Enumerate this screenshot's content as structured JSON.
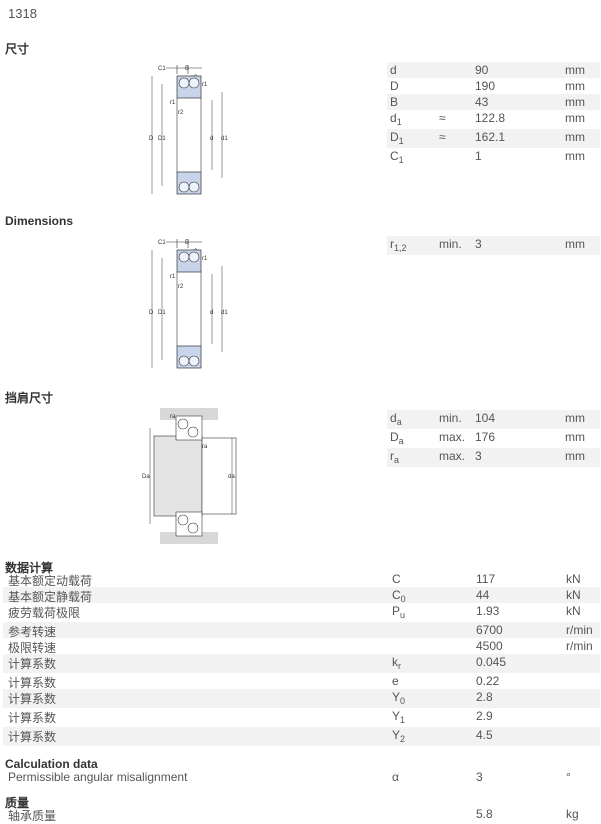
{
  "title": "1318",
  "sections": {
    "dimensions_cn": "尺寸",
    "dimensions_en": "Dimensions",
    "abutment": "挡肩尺寸",
    "calc_cn": "数据计算",
    "calc_en": "Calculation data",
    "mass": "质量"
  },
  "diagram_labels": {
    "C1": "C1",
    "B": "B",
    "r1": "r1",
    "r2": "r2",
    "D": "D",
    "D1": "D1",
    "d": "d",
    "d1": "d1",
    "ra": "ra",
    "Da": "Da",
    "da": "da"
  },
  "dimensions": [
    {
      "sym": "d",
      "sub": "",
      "rel": "",
      "val": "90",
      "unit": "mm"
    },
    {
      "sym": "D",
      "sub": "",
      "rel": "",
      "val": "190",
      "unit": "mm"
    },
    {
      "sym": "B",
      "sub": "",
      "rel": "",
      "val": "43",
      "unit": "mm"
    },
    {
      "sym": "d",
      "sub": "1",
      "rel": "≈",
      "val": "122.8",
      "unit": "mm"
    },
    {
      "sym": "D",
      "sub": "1",
      "rel": "≈",
      "val": "162.1",
      "unit": "mm"
    },
    {
      "sym": "C",
      "sub": "1",
      "rel": "",
      "val": "1",
      "unit": "mm"
    }
  ],
  "dimensions2": [
    {
      "sym": "r",
      "sub": "1,2",
      "rel": "min.",
      "val": "3",
      "unit": "mm"
    }
  ],
  "abutments": [
    {
      "sym": "d",
      "sub": "a",
      "rel": "min.",
      "val": "104",
      "unit": "mm"
    },
    {
      "sym": "D",
      "sub": "a",
      "rel": "max.",
      "val": "176",
      "unit": "mm"
    },
    {
      "sym": "r",
      "sub": "a",
      "rel": "max.",
      "val": "3",
      "unit": "mm"
    }
  ],
  "calc": [
    {
      "label": "基本额定动载荷",
      "sym": "C",
      "sub": "",
      "val": "117",
      "unit": "kN"
    },
    {
      "label": "基本额定静载荷",
      "sym": "C",
      "sub": "0",
      "val": "44",
      "unit": "kN"
    },
    {
      "label": "疲劳载荷极限",
      "sym": "P",
      "sub": "u",
      "val": "1.93",
      "unit": "kN"
    },
    {
      "label": "参考转速",
      "sym": "",
      "sub": "",
      "val": "6700",
      "unit": "r/min"
    },
    {
      "label": "极限转速",
      "sym": "",
      "sub": "",
      "val": "4500",
      "unit": "r/min"
    },
    {
      "label": "计算系数",
      "sym": "k",
      "sub": "r",
      "val": "0.045",
      "unit": ""
    },
    {
      "label": "计算系数",
      "sym": "e",
      "sub": "",
      "val": "0.22",
      "unit": ""
    },
    {
      "label": "计算系数",
      "sym": "Y",
      "sub": "0",
      "val": "2.8",
      "unit": ""
    },
    {
      "label": "计算系数",
      "sym": "Y",
      "sub": "1",
      "val": "2.9",
      "unit": ""
    },
    {
      "label": "计算系数",
      "sym": "Y",
      "sub": "2",
      "val": "4.5",
      "unit": ""
    }
  ],
  "misalignment": {
    "label": "Permissible angular misalignment",
    "sym": "α",
    "val": "3",
    "unit": "°"
  },
  "mass_row": {
    "label": "轴承质量",
    "val": "5.8",
    "unit": "kg"
  }
}
